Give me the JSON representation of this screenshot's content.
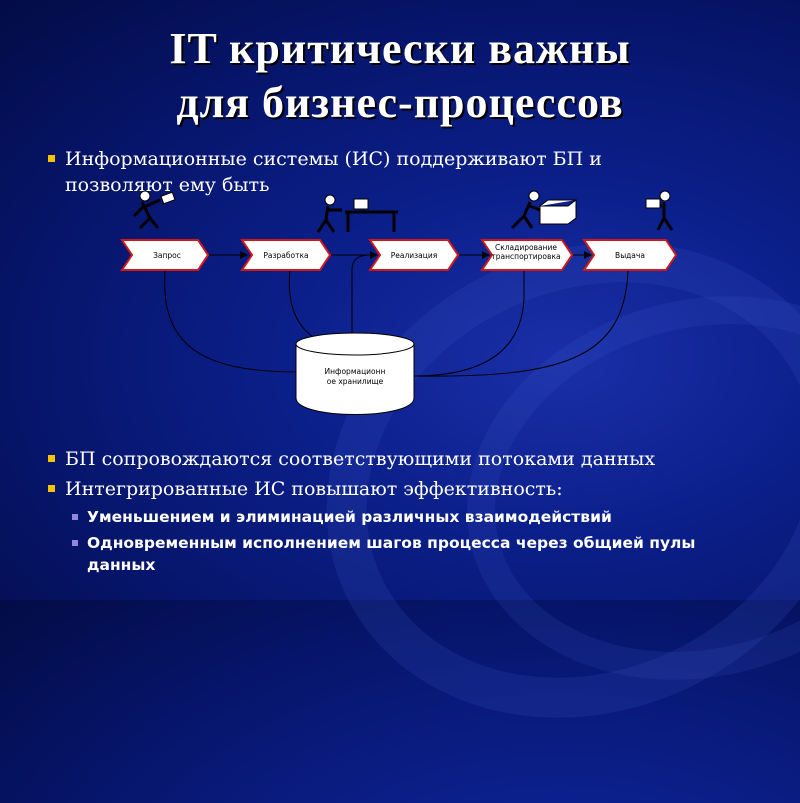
{
  "slide": {
    "title_line1": "IT критически важны",
    "title_line2": "для бизнес-процессов"
  },
  "bullets": [
    {
      "text": "Информационные системы (ИС) поддерживают БП и позволяют ему быть"
    },
    {
      "text": "БП сопровождаются соответствующими потоками данных"
    },
    {
      "text": "Интегрированные ИС повышают эффективность:"
    }
  ],
  "sub_bullets": [
    {
      "text": "Уменьшением и элиминацией различных взаимодействий"
    },
    {
      "text": "Одновременным исполнением шагов процесса через общией пулы данных"
    }
  ],
  "diagram": {
    "steps": [
      "Запрос",
      "Разработка",
      "Реализация",
      "Складирование транспортировка",
      "Выдача"
    ],
    "storage_line1": "Информационн",
    "storage_line2": "ое хранилище"
  },
  "colors": {
    "bullet": "#f5c400",
    "sub_bullet": "#8f87e0",
    "arrow_stroke": "#d01818",
    "background": "#0b1f8a"
  }
}
